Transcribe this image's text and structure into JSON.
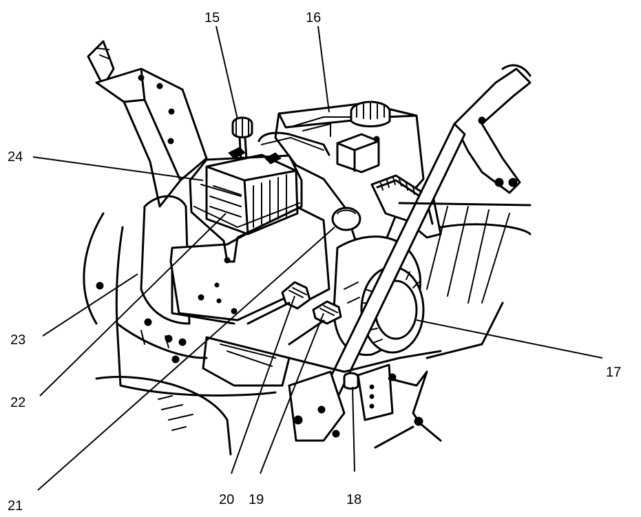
{
  "callouts": [
    {
      "id": "15",
      "label": "15"
    },
    {
      "id": "16",
      "label": "16"
    },
    {
      "id": "17",
      "label": "17"
    },
    {
      "id": "18",
      "label": "18"
    },
    {
      "id": "19",
      "label": "19"
    },
    {
      "id": "20",
      "label": "20"
    },
    {
      "id": "21",
      "label": "21"
    },
    {
      "id": "22",
      "label": "22"
    },
    {
      "id": "23",
      "label": "23"
    },
    {
      "id": "24",
      "label": "24"
    }
  ],
  "colors": {
    "ink": "#000000",
    "paper": "#ffffff"
  }
}
